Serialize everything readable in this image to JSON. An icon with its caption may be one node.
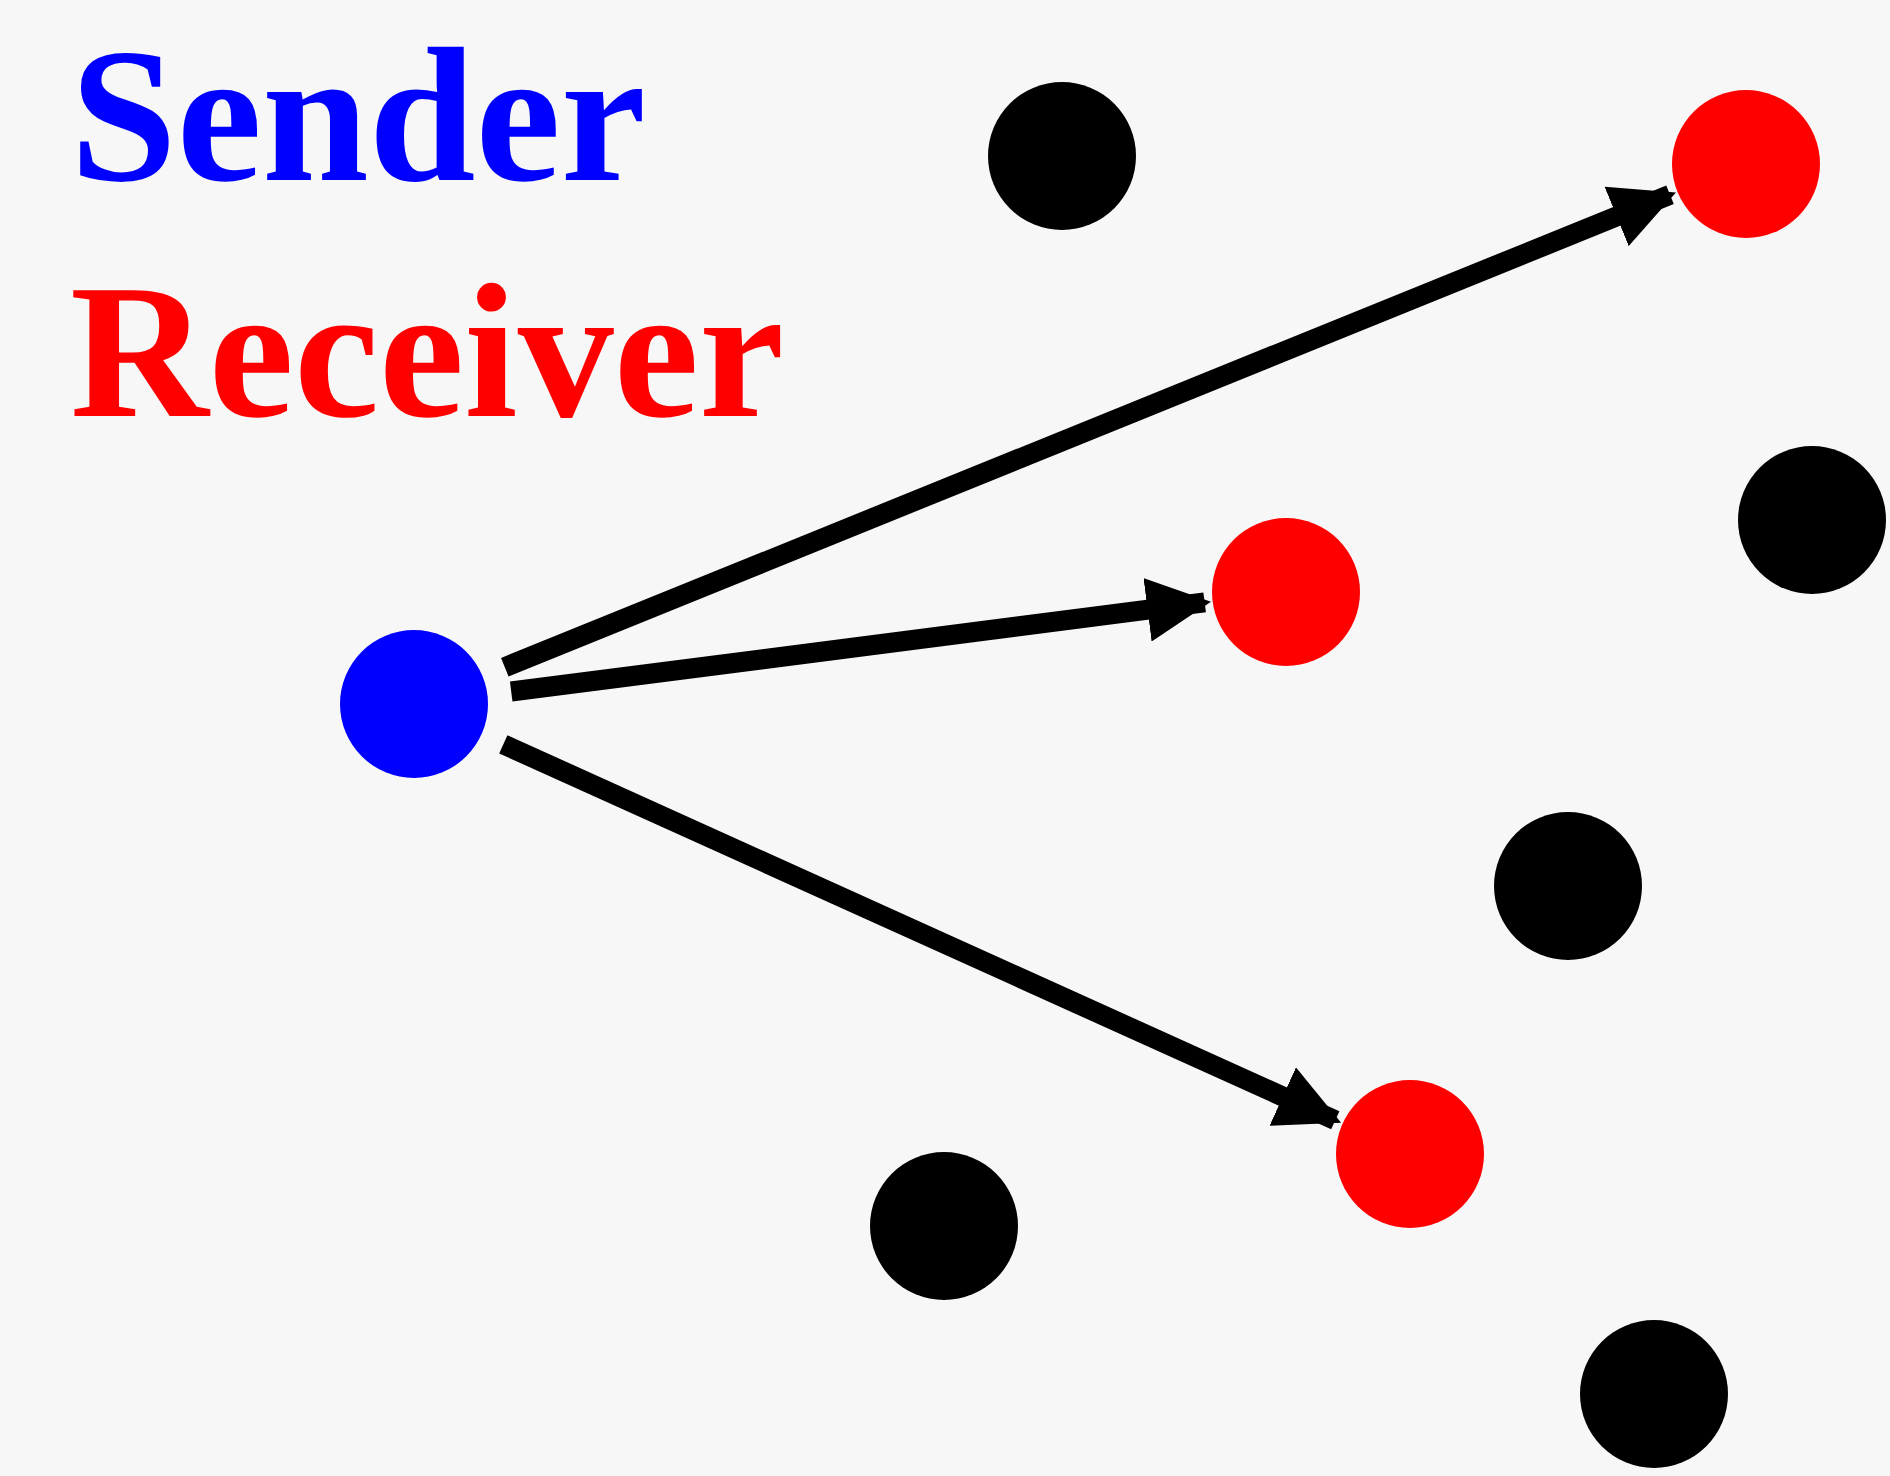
{
  "diagram": {
    "nodes": [
      {
        "text": [],
        "shape": "circle"
      },
      {
        "text": [],
        "shape": "circle"
      },
      {
        "text": [],
        "shape": "circle"
      },
      {
        "text": [],
        "shape": "circle"
      },
      {
        "text": [],
        "shape": "circle"
      },
      {
        "text": [],
        "shape": "circle"
      },
      {
        "text": [],
        "shape": "circle"
      },
      {
        "text": [],
        "shape": "circle"
      },
      {
        "text": [],
        "shape": "circle"
      }
    ],
    "edges": [
      {
        "from": 4,
        "to": 1,
        "arrow": "to"
      },
      {
        "from": 4,
        "to": 3,
        "arrow": "to"
      },
      {
        "from": 4,
        "to": 6,
        "arrow": "to"
      }
    ],
    "legend": [
      {
        "text": "Sender",
        "color": "#0000ff"
      },
      {
        "text": "Receiver",
        "color": "#ff0000"
      }
    ]
  }
}
